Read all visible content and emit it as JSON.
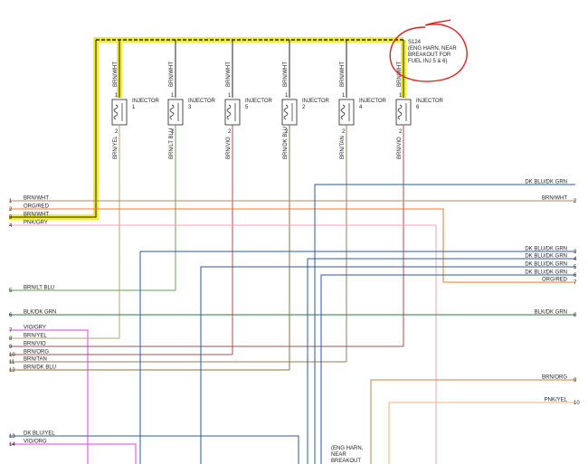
{
  "splice": {
    "id": "S124",
    "lines": [
      "(ENG HARN, NEAR",
      "BREAKOUT FOR",
      "FUEL INJ 5 & 6)"
    ]
  },
  "injectors": [
    {
      "title": "INJECTOR",
      "number": "1",
      "top_wire": "BRN/WHT",
      "bottom_wire": "BRN/YEL"
    },
    {
      "title": "INJECTOR",
      "number": "3",
      "top_wire": "BRN/WHT",
      "bottom_wire": "BRN/LT BLU"
    },
    {
      "title": "INJECTOR",
      "number": "5",
      "top_wire": "BRN/WHT",
      "bottom_wire": "BRN/VIO"
    },
    {
      "title": "INJECTOR",
      "number": "2",
      "top_wire": "BRN/WHT",
      "bottom_wire": "BRN/DK BLU"
    },
    {
      "title": "INJECTOR",
      "number": "4",
      "top_wire": "BRN/WHT",
      "bottom_wire": "BRN/TAN"
    },
    {
      "title": "INJECTOR",
      "number": "6",
      "top_wire": "BRN/WHT",
      "bottom_wire": "BRN/VIO"
    }
  ],
  "pin_labels": {
    "top": "1",
    "bottom": "2"
  },
  "left_connector": [
    {
      "pin": "1",
      "wire": "BRN/WHT"
    },
    {
      "pin": "2",
      "wire": "ORG/RED"
    },
    {
      "pin": "3",
      "wire": "BRN/WHT"
    },
    {
      "pin": "4",
      "wire": "PNK/GRY"
    },
    {
      "pin": "5",
      "wire": "BRN/LT BLU"
    },
    {
      "pin": "6",
      "wire": "BLK/DK GRN"
    },
    {
      "pin": "7",
      "wire": "VIO/GRY"
    },
    {
      "pin": "8",
      "wire": "BRN/YEL"
    },
    {
      "pin": "9",
      "wire": "BRN/VIO"
    },
    {
      "pin": "10",
      "wire": "BRN/ORG"
    },
    {
      "pin": "11",
      "wire": "BRN/TAN"
    },
    {
      "pin": "12",
      "wire": "BRN/DK BLU"
    },
    {
      "pin": "13",
      "wire": "DK BLU/YEL"
    },
    {
      "pin": "14",
      "wire": "VIO/ORG"
    }
  ],
  "right_connector": [
    {
      "pin": "",
      "wire": "DK BLU/DK GRN"
    },
    {
      "pin": "2",
      "wire": "BRN/WHT"
    },
    {
      "pin": "3",
      "wire": "DK BLU/DK GRN"
    },
    {
      "pin": "4",
      "wire": "DK BLU/DK GRN"
    },
    {
      "pin": "5",
      "wire": "DK BLU/DK GRN"
    },
    {
      "pin": "6",
      "wire": "DK BLU/DK GRN"
    },
    {
      "pin": "7",
      "wire": "ORG/RED"
    },
    {
      "pin": "8",
      "wire": "BLK/DK GRN"
    },
    {
      "pin": "9",
      "wire": "BRN/ORG"
    },
    {
      "pin": "10",
      "wire": "PNK/YEL"
    }
  ],
  "bottom_note": [
    "(ENG HARN,",
    "NEAR",
    "BREAKOUT"
  ],
  "colors": {
    "highlight": "#f2ec2c",
    "annotation": "#e02020",
    "brn_wht": "#b08a60",
    "brn_yel": "#b8a070",
    "brn_ltblu": "#6a9e5a",
    "brn_vio": "#a05050",
    "brn_dkblu": "#8a7040",
    "brn_tan": "#9a7a50",
    "org_red": "#f07820",
    "pnk_gry": "#f0a0c0",
    "dk_blu": "#2a5aa0",
    "blk_dkgrn": "#2e7a3a",
    "vio": "#e040e0",
    "brn_org": "#c8823a",
    "pnk_yel": "#f0b080"
  }
}
